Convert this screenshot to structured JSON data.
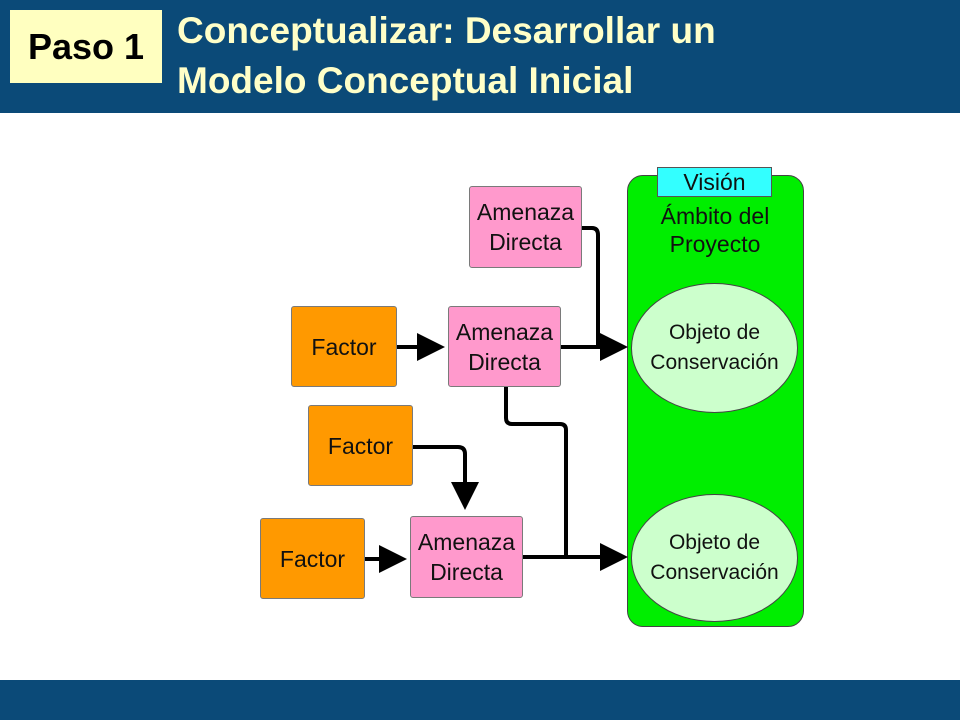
{
  "header": {
    "step_label": "Paso 1",
    "title_line1": "Conceptualizar:  Desarrollar un",
    "title_line2": "Modelo  Conceptual  Inicial"
  },
  "diagram": {
    "vision_label": "Visión",
    "scope_label_line1": "Ámbito del",
    "scope_label_line2": "Proyecto",
    "factors": [
      {
        "label": "Factor"
      },
      {
        "label": "Factor"
      },
      {
        "label": "Factor"
      }
    ],
    "threats": [
      {
        "line1": "Amenaza",
        "line2": "Directa"
      },
      {
        "line1": "Amenaza",
        "line2": "Directa"
      },
      {
        "line1": "Amenaza",
        "line2": "Directa"
      }
    ],
    "targets": [
      {
        "line1": "Objeto de",
        "line2": "Conservación"
      },
      {
        "line1": "Objeto de",
        "line2": "Conservación"
      }
    ]
  },
  "colors": {
    "header_bg": "#0b4a78",
    "step_badge_bg": "#ffffc0",
    "title_text": "#ffffc8",
    "factor": "#ff9900",
    "threat": "#ff99cc",
    "scope": "#00ee00",
    "vision": "#33ffff",
    "target": "#ccffcc"
  }
}
